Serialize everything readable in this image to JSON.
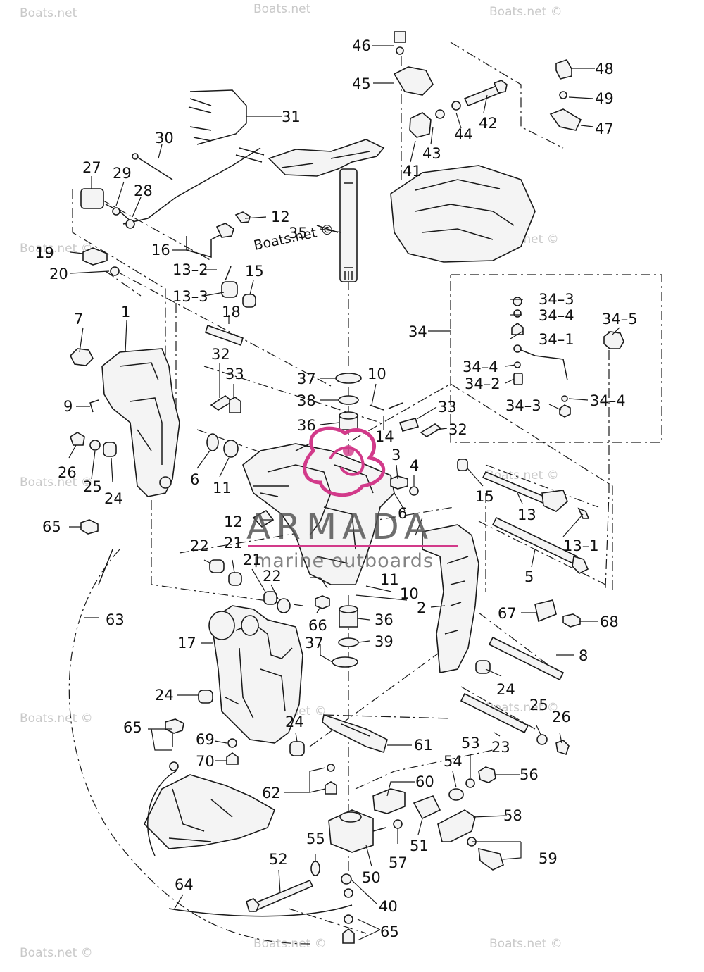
{
  "diagram": {
    "labels": {
      "l1": "1",
      "l2": "2",
      "l5": "5",
      "l6a": "6",
      "l6b": "6",
      "l7": "7",
      "l8": "8",
      "l9": "9",
      "l10a": "10",
      "l10b": "10",
      "l11a": "11",
      "l11b": "11",
      "l12a": "12",
      "l12b": "12",
      "l13": "13",
      "l13_1": "13–1",
      "l13_2": "13–2",
      "l13_3": "13–3",
      "l14": "14",
      "l15a": "15",
      "l15b": "15",
      "l16": "16",
      "l17": "17",
      "l18": "18",
      "l19": "19",
      "l20": "20",
      "l21a": "21",
      "l21b": "21",
      "l22a": "22",
      "l22b": "22",
      "l23": "23",
      "l24a": "24",
      "l24b": "24",
      "l24c": "24",
      "l24d": "24",
      "l25a": "25",
      "l25b": "25",
      "l26a": "26",
      "l26b": "26",
      "l27": "27",
      "l28": "28",
      "l29": "29",
      "l30": "30",
      "l31": "31",
      "l32a": "32",
      "l32b": "32",
      "l33a": "33",
      "l33b": "33",
      "l34": "34",
      "l34_1": "34–1",
      "l34_2": "34–2",
      "l34_3a": "34–3",
      "l34_3b": "34–3",
      "l34_4a": "34–4",
      "l34_4b": "34–4",
      "l34_4c": "34–4",
      "l34_5": "34–5",
      "l35": "35",
      "l36a": "36",
      "l36b": "36",
      "l37a": "37",
      "l37b": "37",
      "l38": "38",
      "l39": "39",
      "l40": "40",
      "l41": "41",
      "l42": "42",
      "l43": "43",
      "l44": "44",
      "l45": "45",
      "l46": "46",
      "l47": "47",
      "l48": "48",
      "l49": "49",
      "l50": "50",
      "l51": "51",
      "l52": "52",
      "l53": "53",
      "l54": "54",
      "l55": "55",
      "l56": "56",
      "l57": "57",
      "l58": "58",
      "l59": "59",
      "l60": "60",
      "l61": "61",
      "l62": "62",
      "l63": "63",
      "l64": "64",
      "l65a": "65",
      "l65b": "65",
      "l65c": "65",
      "l66": "66",
      "l67": "67",
      "l68": "68",
      "l69": "69",
      "l70": "70",
      "l4": "4",
      "l3": "3"
    },
    "watermark": {
      "text": "Boats.net ©",
      "text_alt": "Boats.net",
      "dark_text": "Boats.net ©"
    },
    "brand": {
      "name": "ARMADA",
      "tagline": "marine outboards",
      "color": "#d23a8a"
    }
  }
}
